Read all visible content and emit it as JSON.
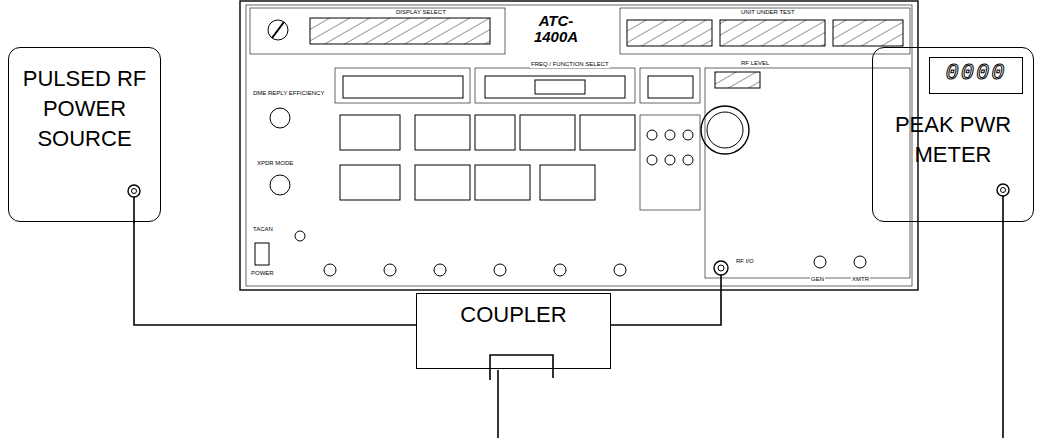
{
  "diagram": {
    "nodes": [
      {
        "text": [
          "PULSED RF POWER SOURCE"
        ]
      },
      {
        "text": [
          "ATC-1400A"
        ]
      },
      {
        "text": [
          "COUPLER"
        ]
      },
      {
        "text": [
          "PEAK PWR METER"
        ]
      },
      {
        "text": [
          "0000"
        ],
        "in": 3
      }
    ],
    "edges": [
      {
        "from": 0,
        "to": 2,
        "arrow": "none"
      },
      {
        "from": 2,
        "to": 1,
        "arrow": "none"
      }
    ],
    "labels": [
      "DISPLAY SELECT",
      "UNIT UNDER TEST",
      "FREQ / FUNCTION SELECT",
      "DME REPLY EFFICIENCY",
      "XPDR MODE",
      "TACAN",
      "POWER",
      "RF LEVEL",
      "RF I/O",
      "GEN",
      "XMTR"
    ]
  }
}
